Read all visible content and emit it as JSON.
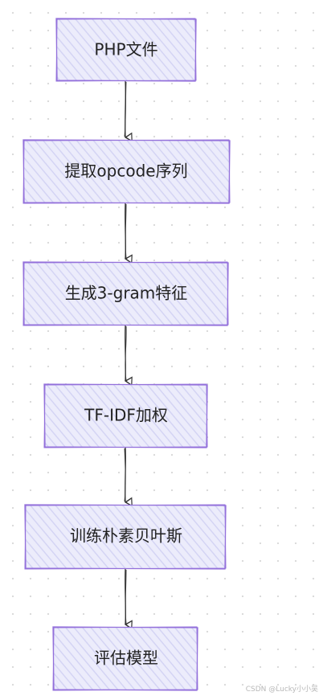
{
  "flowchart": {
    "steps": [
      {
        "label": "PHP文件"
      },
      {
        "label": "提取opcode序列"
      },
      {
        "label": "生成3-gram特征"
      },
      {
        "label": "TF-IDF加权"
      },
      {
        "label": "训练朴素贝叶斯"
      },
      {
        "label": "评估模型"
      }
    ],
    "colors": {
      "node_fill": "#ececfb",
      "node_hatch": "#d4d4f4",
      "node_stroke": "#9370db",
      "arrow": "#333333",
      "text": "#222222"
    }
  },
  "watermark": "CSDN @Lucky小小吴"
}
